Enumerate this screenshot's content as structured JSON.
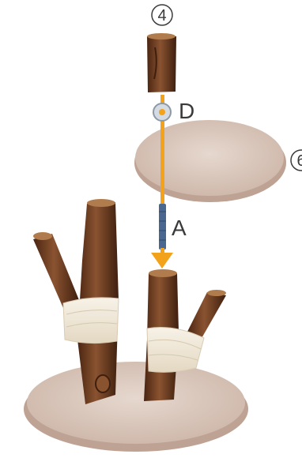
{
  "labels": {
    "part_top": "4",
    "part_right": "6",
    "washer": "D",
    "rod": "A"
  },
  "colors": {
    "rod_orange": "#f3a21b",
    "rod_blue": "#49678f",
    "fur": "#d9c6bb",
    "wood": "#6f3e22",
    "sisal": "#f3ece0"
  }
}
